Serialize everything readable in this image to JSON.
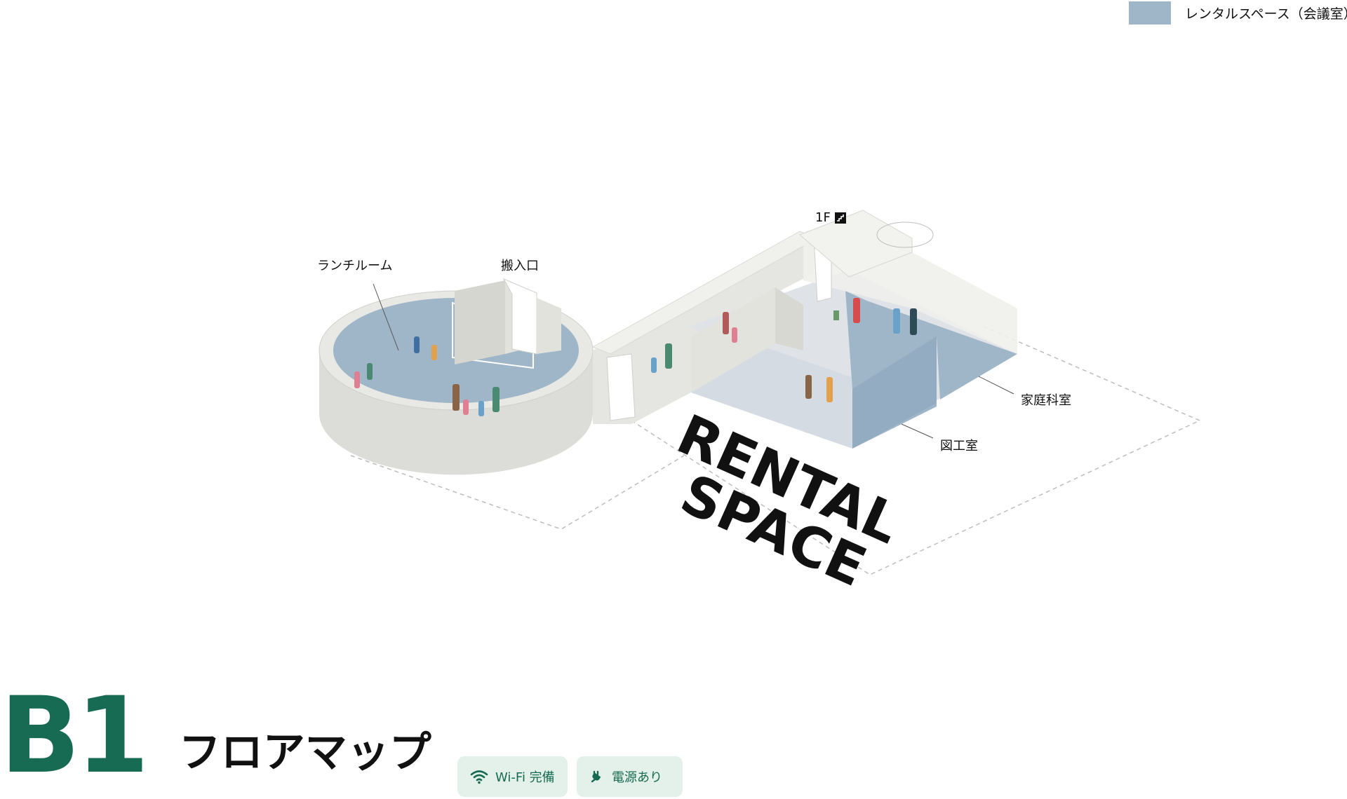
{
  "legend": {
    "color": "#9fb6c9",
    "label": "レンタルスペース（会議室）"
  },
  "labels": {
    "lunch_room": "ランチルーム",
    "loading_entrance": "搬入口",
    "stairs_1f": "1F",
    "home_economics": "家庭科室",
    "art_room": "図工室"
  },
  "watermark": {
    "line1": "RENTAL",
    "line2": "SPACE"
  },
  "title": {
    "floor_code": "B1",
    "floor_map": "フロアマップ"
  },
  "badges": {
    "wifi": {
      "icon": "wifi-icon",
      "label": "Wi-Fi 完備"
    },
    "power": {
      "icon": "plug-icon",
      "label": "電源あり"
    }
  },
  "colors": {
    "brand": "#176b52",
    "rental_floor": "#9fb6c9",
    "wall": "#e6e6e2",
    "badge_bg": "#e4f1ea"
  }
}
